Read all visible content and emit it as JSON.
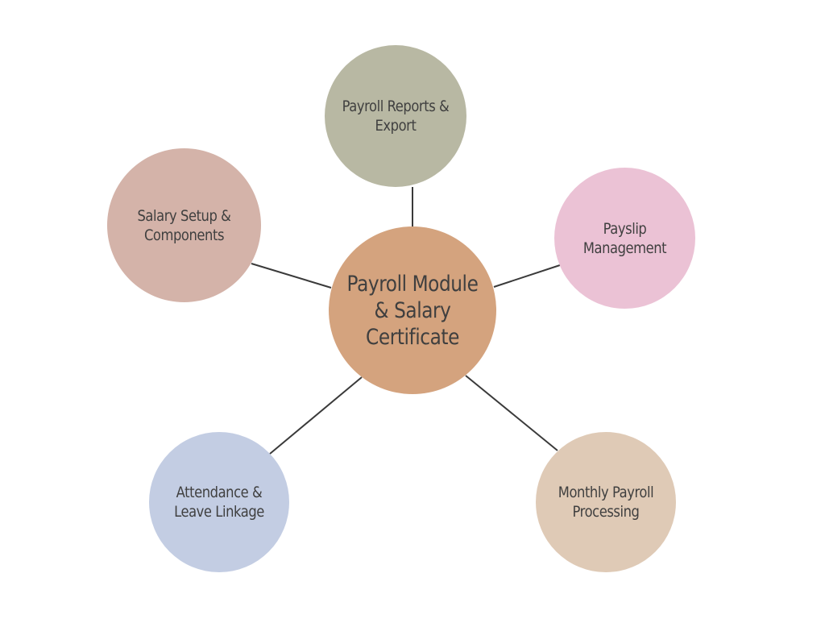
{
  "diagram": {
    "center": {
      "label": "Payroll Module & Salary Certificate",
      "color": "#d4a37e"
    },
    "nodes": {
      "top": {
        "label": "Payroll Reports & Export",
        "color": "#b8b8a3"
      },
      "right": {
        "label": "Payslip Management",
        "color": "#ebc2d5"
      },
      "bottom_right": {
        "label": "Monthly Payroll Processing",
        "color": "#dfcab6"
      },
      "bottom_left": {
        "label": "Attendance & Leave Linkage",
        "color": "#c3cde3"
      },
      "left": {
        "label": "Salary Setup & Components",
        "color": "#d4b3a9"
      }
    },
    "connector_color": "#3a3a3a"
  }
}
